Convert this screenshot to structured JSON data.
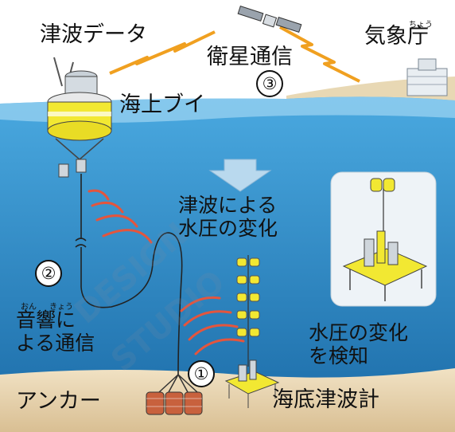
{
  "labels": {
    "tsunami_data": "津波データ",
    "satellite_comm": "衛星通信",
    "jma": "気象庁",
    "jma_ruby": "ちょう",
    "surface_buoy": "海上ブイ",
    "pressure_change": "津波による\n水圧の変化",
    "acoustic_ruby_on": "おん",
    "acoustic_ruby_kyo": "きょう",
    "acoustic_comm": "音響に\nよる通信",
    "detect_change": "水圧の変化\nを検知",
    "anchor": "アンカー",
    "seafloor_meter": "海底津波計"
  },
  "steps": [
    "①",
    "②",
    "③"
  ],
  "watermark": [
    "DESIGN",
    "STUDIO"
  ],
  "colors": {
    "sea_surface": "#3f9fd9",
    "sea_deep": "#1d6ea8",
    "sand": "#ecd9b8",
    "buoy_yellow": "#f2e832",
    "wave_red": "#e4553d",
    "signal_orange": "#f0a020"
  }
}
